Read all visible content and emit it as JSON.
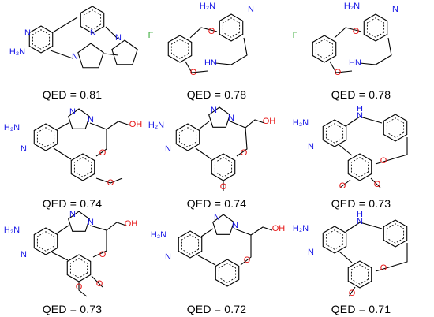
{
  "figure": {
    "colors": {
      "nitrogen": "#1414e6",
      "oxygen": "#e61414",
      "fluorine": "#33a833",
      "carbon": "#000000"
    },
    "molecules": [
      {
        "qed_label": "QED = 0.81",
        "atom_labels": [
          "N",
          "H₂N",
          "N",
          "N",
          "N"
        ]
      },
      {
        "qed_label": "QED = 0.78",
        "atom_labels": [
          "H₂N",
          "N",
          "F",
          "O",
          "HN",
          "O"
        ]
      },
      {
        "qed_label": "QED = 0.78",
        "atom_labels": [
          "H₂N",
          "N",
          "F",
          "O",
          "HN",
          "O"
        ]
      },
      {
        "qed_label": "QED = 0.74",
        "atom_labels": [
          "H₂N",
          "N",
          "N",
          "N",
          "OH",
          "O",
          "O"
        ]
      },
      {
        "qed_label": "QED = 0.74",
        "atom_labels": [
          "H₂N",
          "N",
          "N",
          "N",
          "OH",
          "O",
          "O"
        ]
      },
      {
        "qed_label": "QED = 0.73",
        "atom_labels": [
          "H₂N",
          "N",
          "H",
          "N",
          "O",
          "O",
          "O"
        ]
      },
      {
        "qed_label": "QED = 0.73",
        "atom_labels": [
          "H₂N",
          "N",
          "N",
          "N",
          "OH",
          "O",
          "O",
          "O"
        ]
      },
      {
        "qed_label": "QED = 0.72",
        "atom_labels": [
          "H₂N",
          "N",
          "N",
          "N",
          "OH",
          "O"
        ]
      },
      {
        "qed_label": "QED = 0.71",
        "atom_labels": [
          "H₂N",
          "N",
          "H",
          "N",
          "O",
          "O"
        ]
      }
    ]
  }
}
